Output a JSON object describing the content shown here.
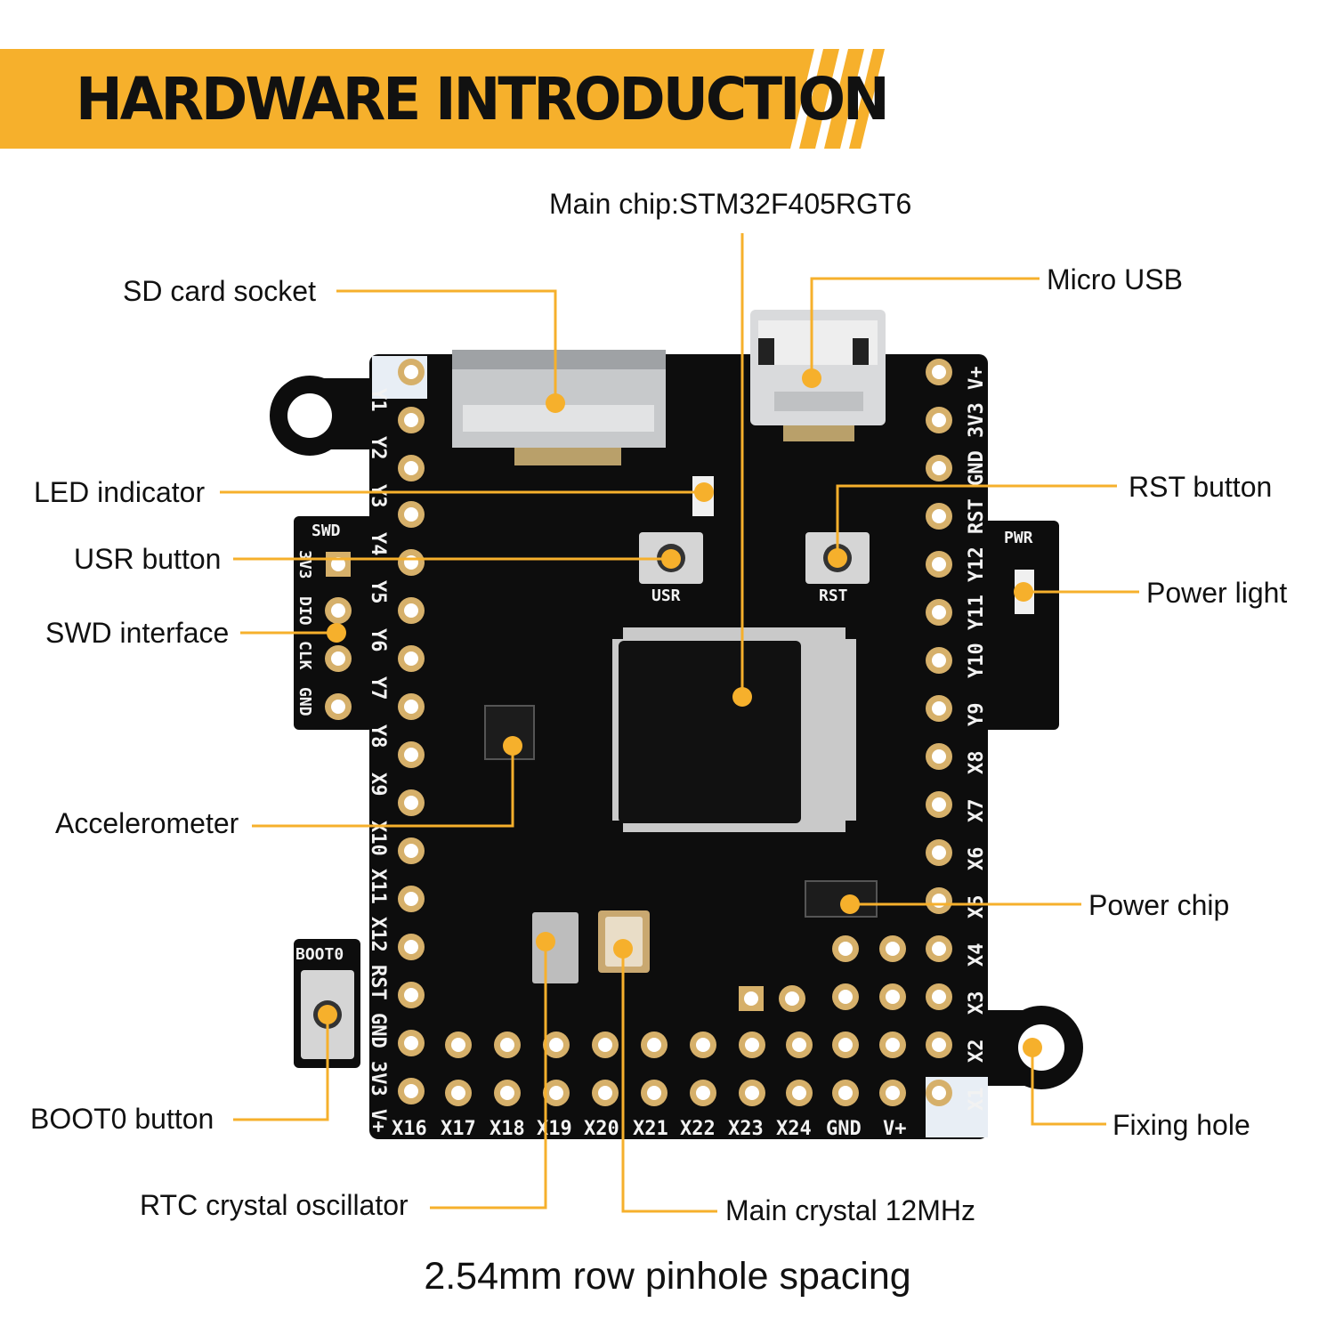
{
  "banner": {
    "title": "HARDWARE INTRODUCTION",
    "color": "#f6b02c"
  },
  "labels": {
    "main_chip": "Main chip:STM32F405RGT6",
    "sd_card": "SD card socket",
    "micro_usb": "Micro USB",
    "led_indicator": "LED indicator",
    "rst_button": "RST button",
    "usr_button": "USR button",
    "power_light": "Power light",
    "swd_interface": "SWD interface",
    "accelerometer": "Accelerometer",
    "power_chip": "Power chip",
    "boot0_button": "BOOT0 button",
    "fixing_hole": "Fixing hole",
    "rtc_crystal": "RTC crystal oscillator",
    "main_crystal": "Main crystal 12MHz"
  },
  "caption": "2.54mm row pinhole spacing",
  "board": {
    "left_pins": [
      "Y1",
      "Y2",
      "Y3",
      "Y4",
      "Y5",
      "Y6",
      "Y7",
      "Y8",
      "X9",
      "X10",
      "X11",
      "X12",
      "RST",
      "GND",
      "3V3",
      "V+"
    ],
    "right_pins": [
      "V+",
      "3V3",
      "GND",
      "RST",
      "Y12",
      "Y11",
      "Y10",
      "Y9",
      "X8",
      "X7",
      "X6",
      "X5",
      "X4",
      "X3",
      "X2",
      "X1"
    ],
    "bottom_pins": [
      "X16",
      "X17",
      "X18",
      "X19",
      "X20",
      "X21",
      "X22",
      "X23",
      "X24",
      "GND",
      "V+"
    ],
    "swd_title": "SWD",
    "swd_pins": [
      "3V3",
      "DIO",
      "CLK",
      "GND"
    ],
    "pwr_title": "PWR",
    "boot_title": "BOOT0",
    "usr_silk": "USR",
    "rst_silk": "RST"
  },
  "colors": {
    "accent": "#f6b02c",
    "board": "#0d0d0d",
    "pad": "#d6b06a"
  }
}
